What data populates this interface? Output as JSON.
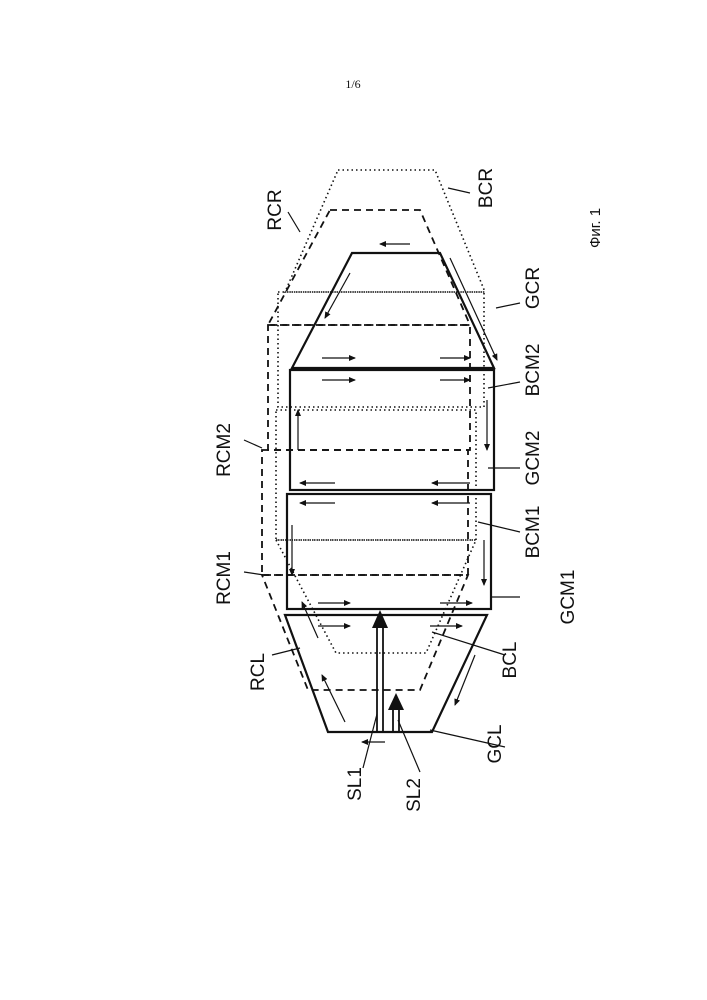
{
  "page": {
    "number": "1/6",
    "caption": "Фиг. 1"
  },
  "labels": {
    "RCR": "RCR",
    "BCR": "BCR",
    "GCR": "GCR",
    "BCM2": "BCM2",
    "GCM2": "GCM2",
    "RCM2": "RCM2",
    "BCM1": "BCM1",
    "GCM1": "GCM1",
    "RCM1": "RCM1",
    "RCL": "RCL",
    "BCL": "BCL",
    "GCL": "GCL",
    "SL1": "SL1",
    "SL2": "SL2"
  },
  "line_styles": {
    "green_regions": "solid",
    "red_regions": "dashed",
    "blue_regions": "dotted"
  },
  "colors": {
    "ink": "#111111",
    "paper": "#ffffff"
  }
}
